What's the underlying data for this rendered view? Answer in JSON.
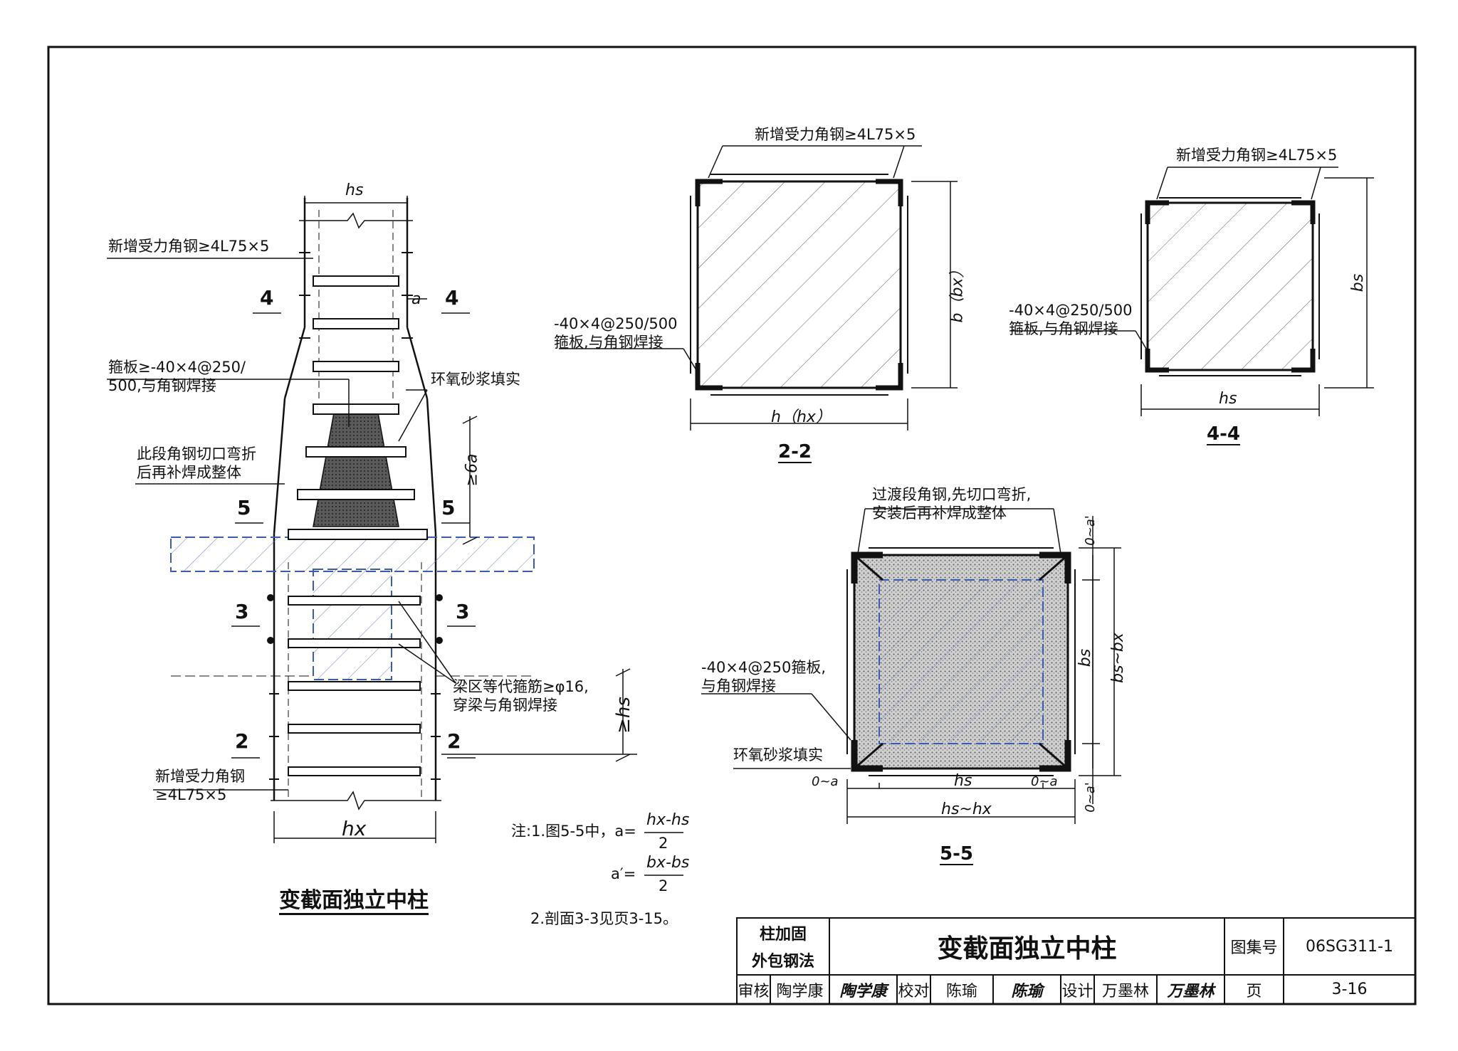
{
  "labels": {
    "new_angle_top": "新增受力角钢≥4L75×5",
    "hoop_plate": "箍板≥-40×4@250/\n500,与角钢焊接",
    "epoxy_left": "环氧砂浆填实",
    "cut_bend": "此段角钢切口弯折\n后再补焊成整体",
    "beam_hoop": "梁区等代箍筋≥φ16,\n穿梁与角钢焊接",
    "new_angle_bottom": "新增受力角钢\n≥4L75×5",
    "s22_angle": "新增受力角钢≥4L75×5",
    "s22_plate": "-40×4@250/500\n箍板,与角钢焊接",
    "s44_angle": "新增受力角钢≥4L75×5",
    "s44_plate": "-40×4@250/500\n箍板,与角钢焊接",
    "s55_transition": "过渡段角钢,先切口弯折,\n安装后再补焊成整体",
    "s55_plate": "-40×4@250箍板,\n与角钢焊接",
    "s55_epoxy": "环氧砂浆填实"
  },
  "cuts": {
    "c4": "4",
    "c5": "5",
    "c3": "3",
    "c2": "2",
    "a": "a"
  },
  "dims": {
    "hs": "hs",
    "hx": "hx",
    "six_a": "≥6a",
    "ge_hs": "≥hs",
    "h_hx": "h（hx）",
    "b_bx": "b（bx）",
    "bs": "bs",
    "s55_bs": "bs",
    "s55_bsbx": "bs~bx",
    "s55_hs": "hs",
    "s55_hshx": "hs~hx",
    "zero_a_top": "0~a'",
    "zero_a_bot": "0~a'",
    "zero_a_left": "0~a",
    "zero_a_right": "0~a"
  },
  "sections": {
    "s22": "2-2",
    "s44": "4-4",
    "s55": "5-5"
  },
  "main_title": "变截面独立中柱",
  "notes": {
    "n1_prefix": "注:1.图5-5中，a=",
    "n1_num": "hx-hs",
    "n1_den": "2",
    "n1b_prefix": "a′=",
    "n1b_num": "bx-bs",
    "n1b_den": "2",
    "n2": "2.剖面3-3见页3-15。"
  },
  "title_block": {
    "category1": "柱加固",
    "category2": "外包钢法",
    "drawing_title": "变截面独立中柱",
    "atlas_label": "图集号",
    "atlas_no": "06SG311-1",
    "review": "审核",
    "reviewer": "陶学康",
    "reviewer_sign": "陶学康",
    "check": "校对",
    "checker": "陈瑜",
    "checker_sign": "陈瑜",
    "design": "设计",
    "designer": "万墨林",
    "designer_sign": "万墨林",
    "page_label": "页",
    "page_no": "3-16"
  }
}
